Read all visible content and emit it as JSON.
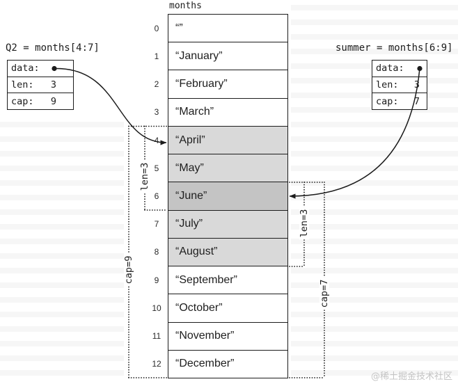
{
  "months_array": {
    "title": "months",
    "cells": [
      {
        "index": "0",
        "value": "“”"
      },
      {
        "index": "1",
        "value": "“January”"
      },
      {
        "index": "2",
        "value": "“February”"
      },
      {
        "index": "3",
        "value": "“March”"
      },
      {
        "index": "4",
        "value": "“April”"
      },
      {
        "index": "5",
        "value": "“May”"
      },
      {
        "index": "6",
        "value": "“June”"
      },
      {
        "index": "7",
        "value": "“July”"
      },
      {
        "index": "8",
        "value": "“August”"
      },
      {
        "index": "9",
        "value": "“September”"
      },
      {
        "index": "10",
        "value": "“October”"
      },
      {
        "index": "11",
        "value": "“November”"
      },
      {
        "index": "12",
        "value": "“December”"
      }
    ]
  },
  "slice_q2": {
    "label": "Q2 = months[4:7]",
    "data_label": "data:",
    "len_label": "len:",
    "len_value": "3",
    "cap_label": "cap:",
    "cap_value": "9",
    "len_bracket_label": "len=3",
    "cap_bracket_label": "cap=9"
  },
  "slice_summer": {
    "label": "summer = months[6:9]",
    "data_label": "data:",
    "len_label": "len:",
    "len_value": "3",
    "cap_label": "cap:",
    "cap_value": "7",
    "len_bracket_label": "len=3",
    "cap_bracket_label": "cap=7"
  },
  "colors": {
    "slice_shading": "#d9d9d9",
    "overlap_shading": "#c4c4c4"
  },
  "watermark": "@稀土掘金技术社区"
}
